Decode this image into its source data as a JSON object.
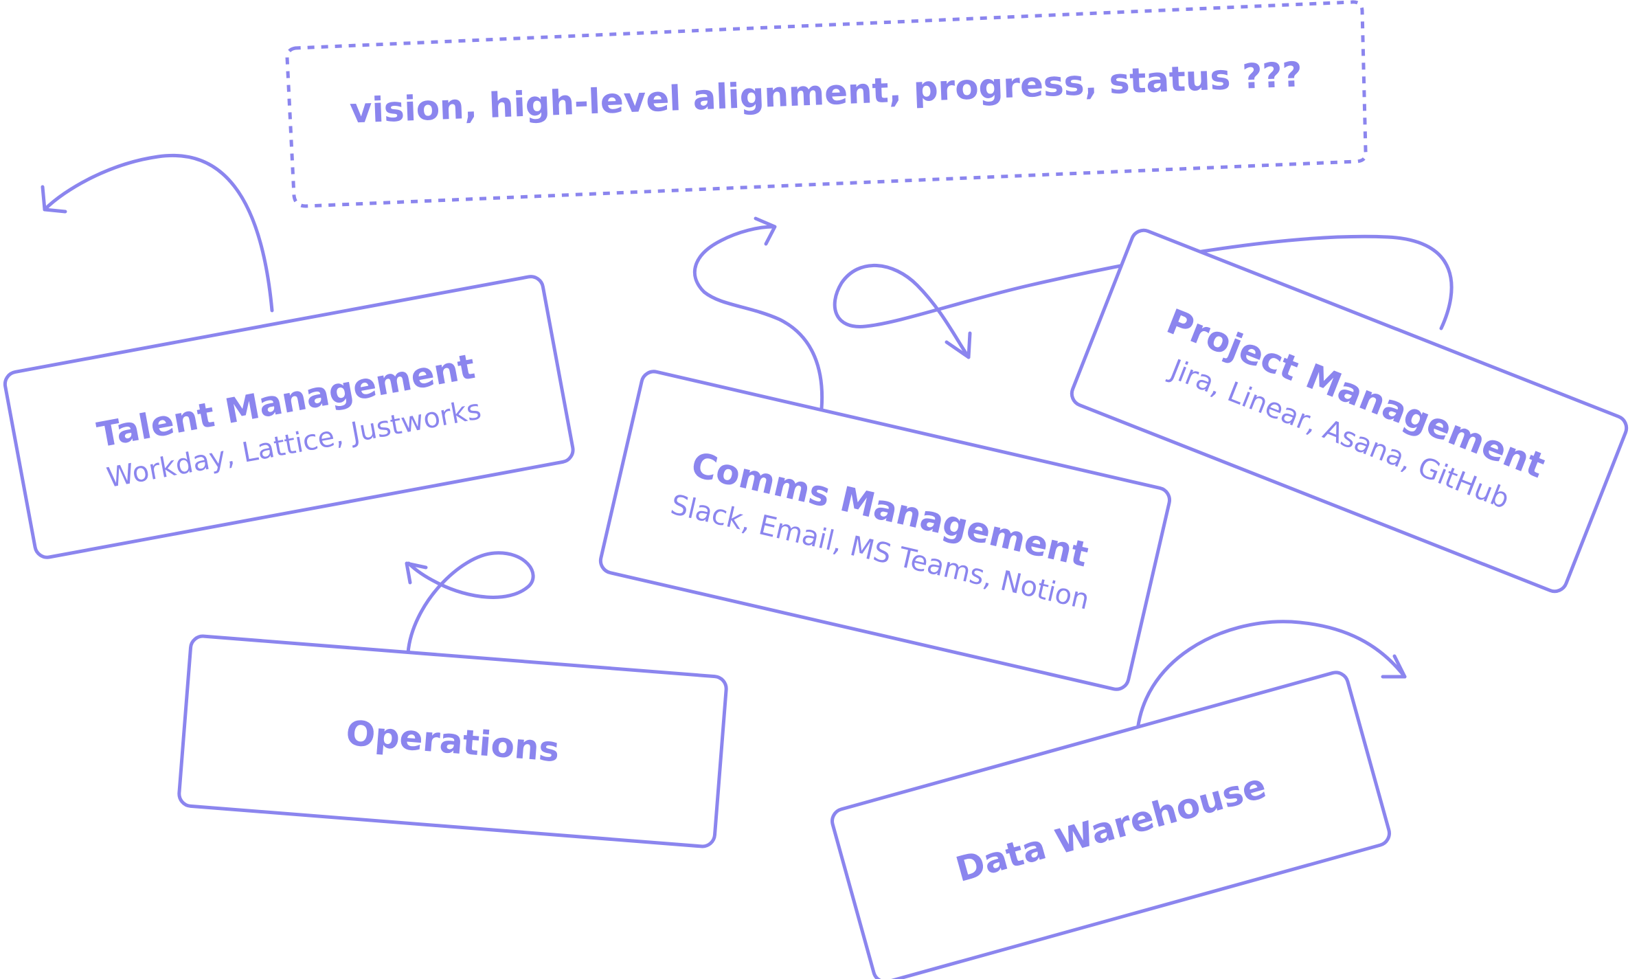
{
  "accent_color": "#8b85ee",
  "banner": {
    "text": "vision, high-level alignment, progress, status ???"
  },
  "boxes": {
    "talent": {
      "title": "Talent Management",
      "tools": "Workday, Lattice, Justworks"
    },
    "comms": {
      "title": "Comms Management",
      "tools": "Slack, Email, MS Teams, Notion"
    },
    "project": {
      "title": "Project Management",
      "tools": "Jira, Linear, Asana, GitHub"
    },
    "operations": {
      "title": "Operations"
    },
    "data_warehouse": {
      "title": "Data Warehouse"
    }
  }
}
